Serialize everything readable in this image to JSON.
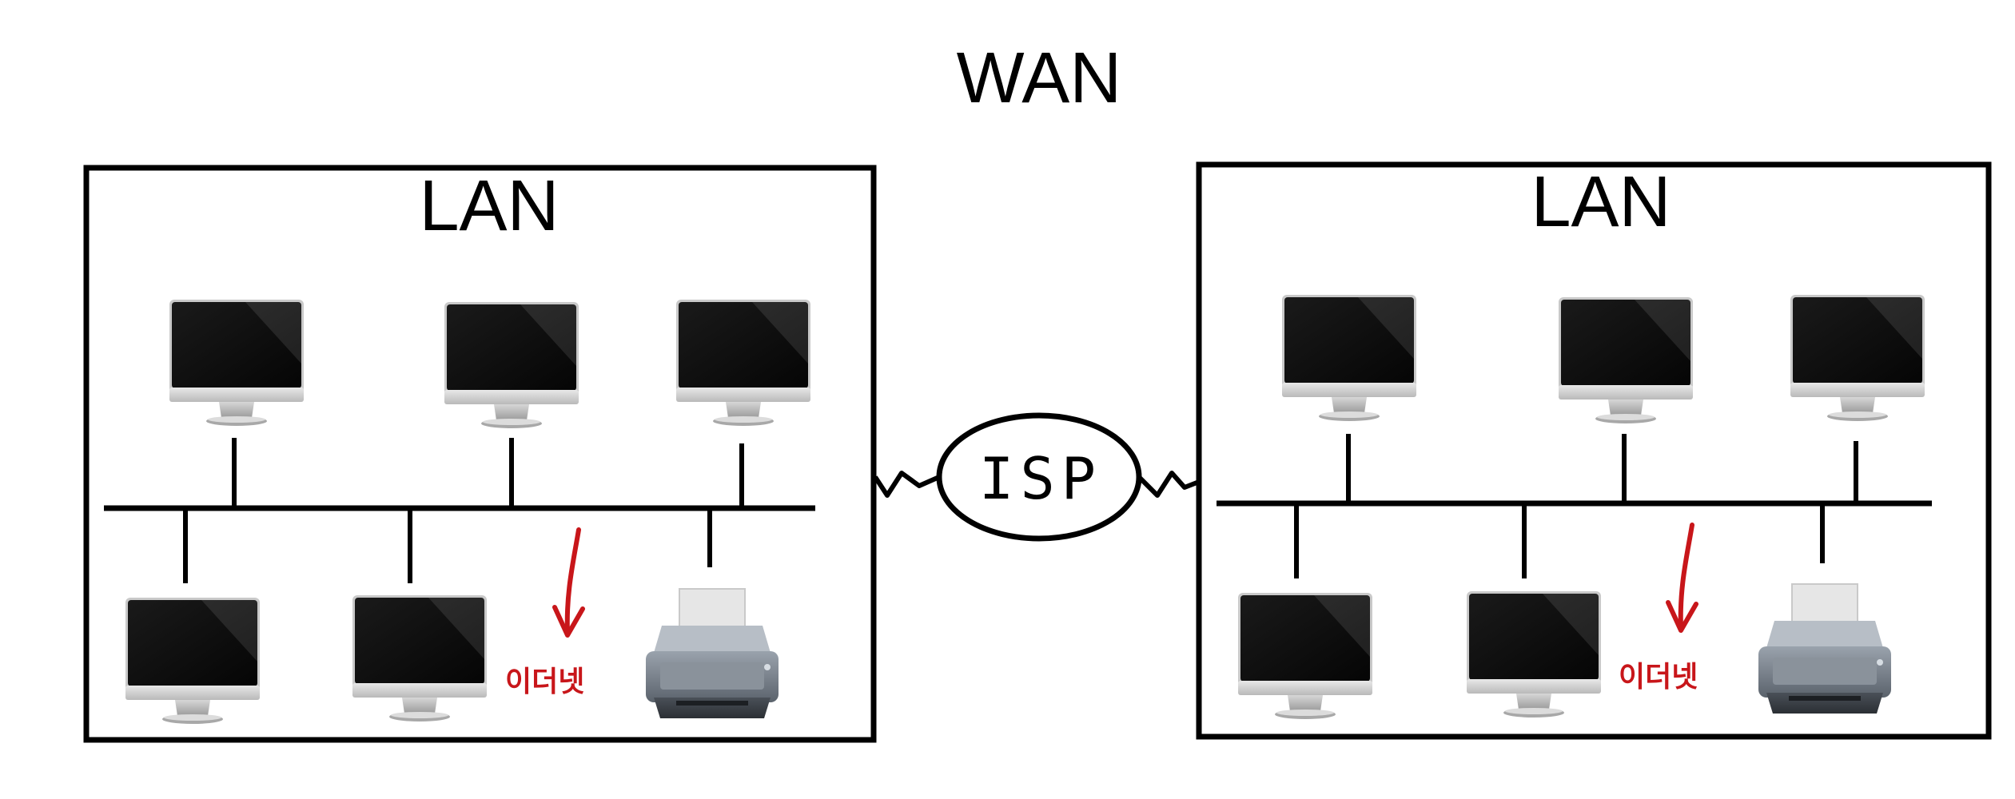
{
  "wan": {
    "title": "WAN"
  },
  "isp": {
    "label": "ISP"
  },
  "lans": [
    {
      "title": "LAN",
      "ethernet_label": "이더넷"
    },
    {
      "title": "LAN",
      "ethernet_label": "이더넷"
    }
  ],
  "colors": {
    "annotation": "#c8161a",
    "line": "#000000"
  },
  "icons": [
    "monitor-icon",
    "printer-icon"
  ]
}
